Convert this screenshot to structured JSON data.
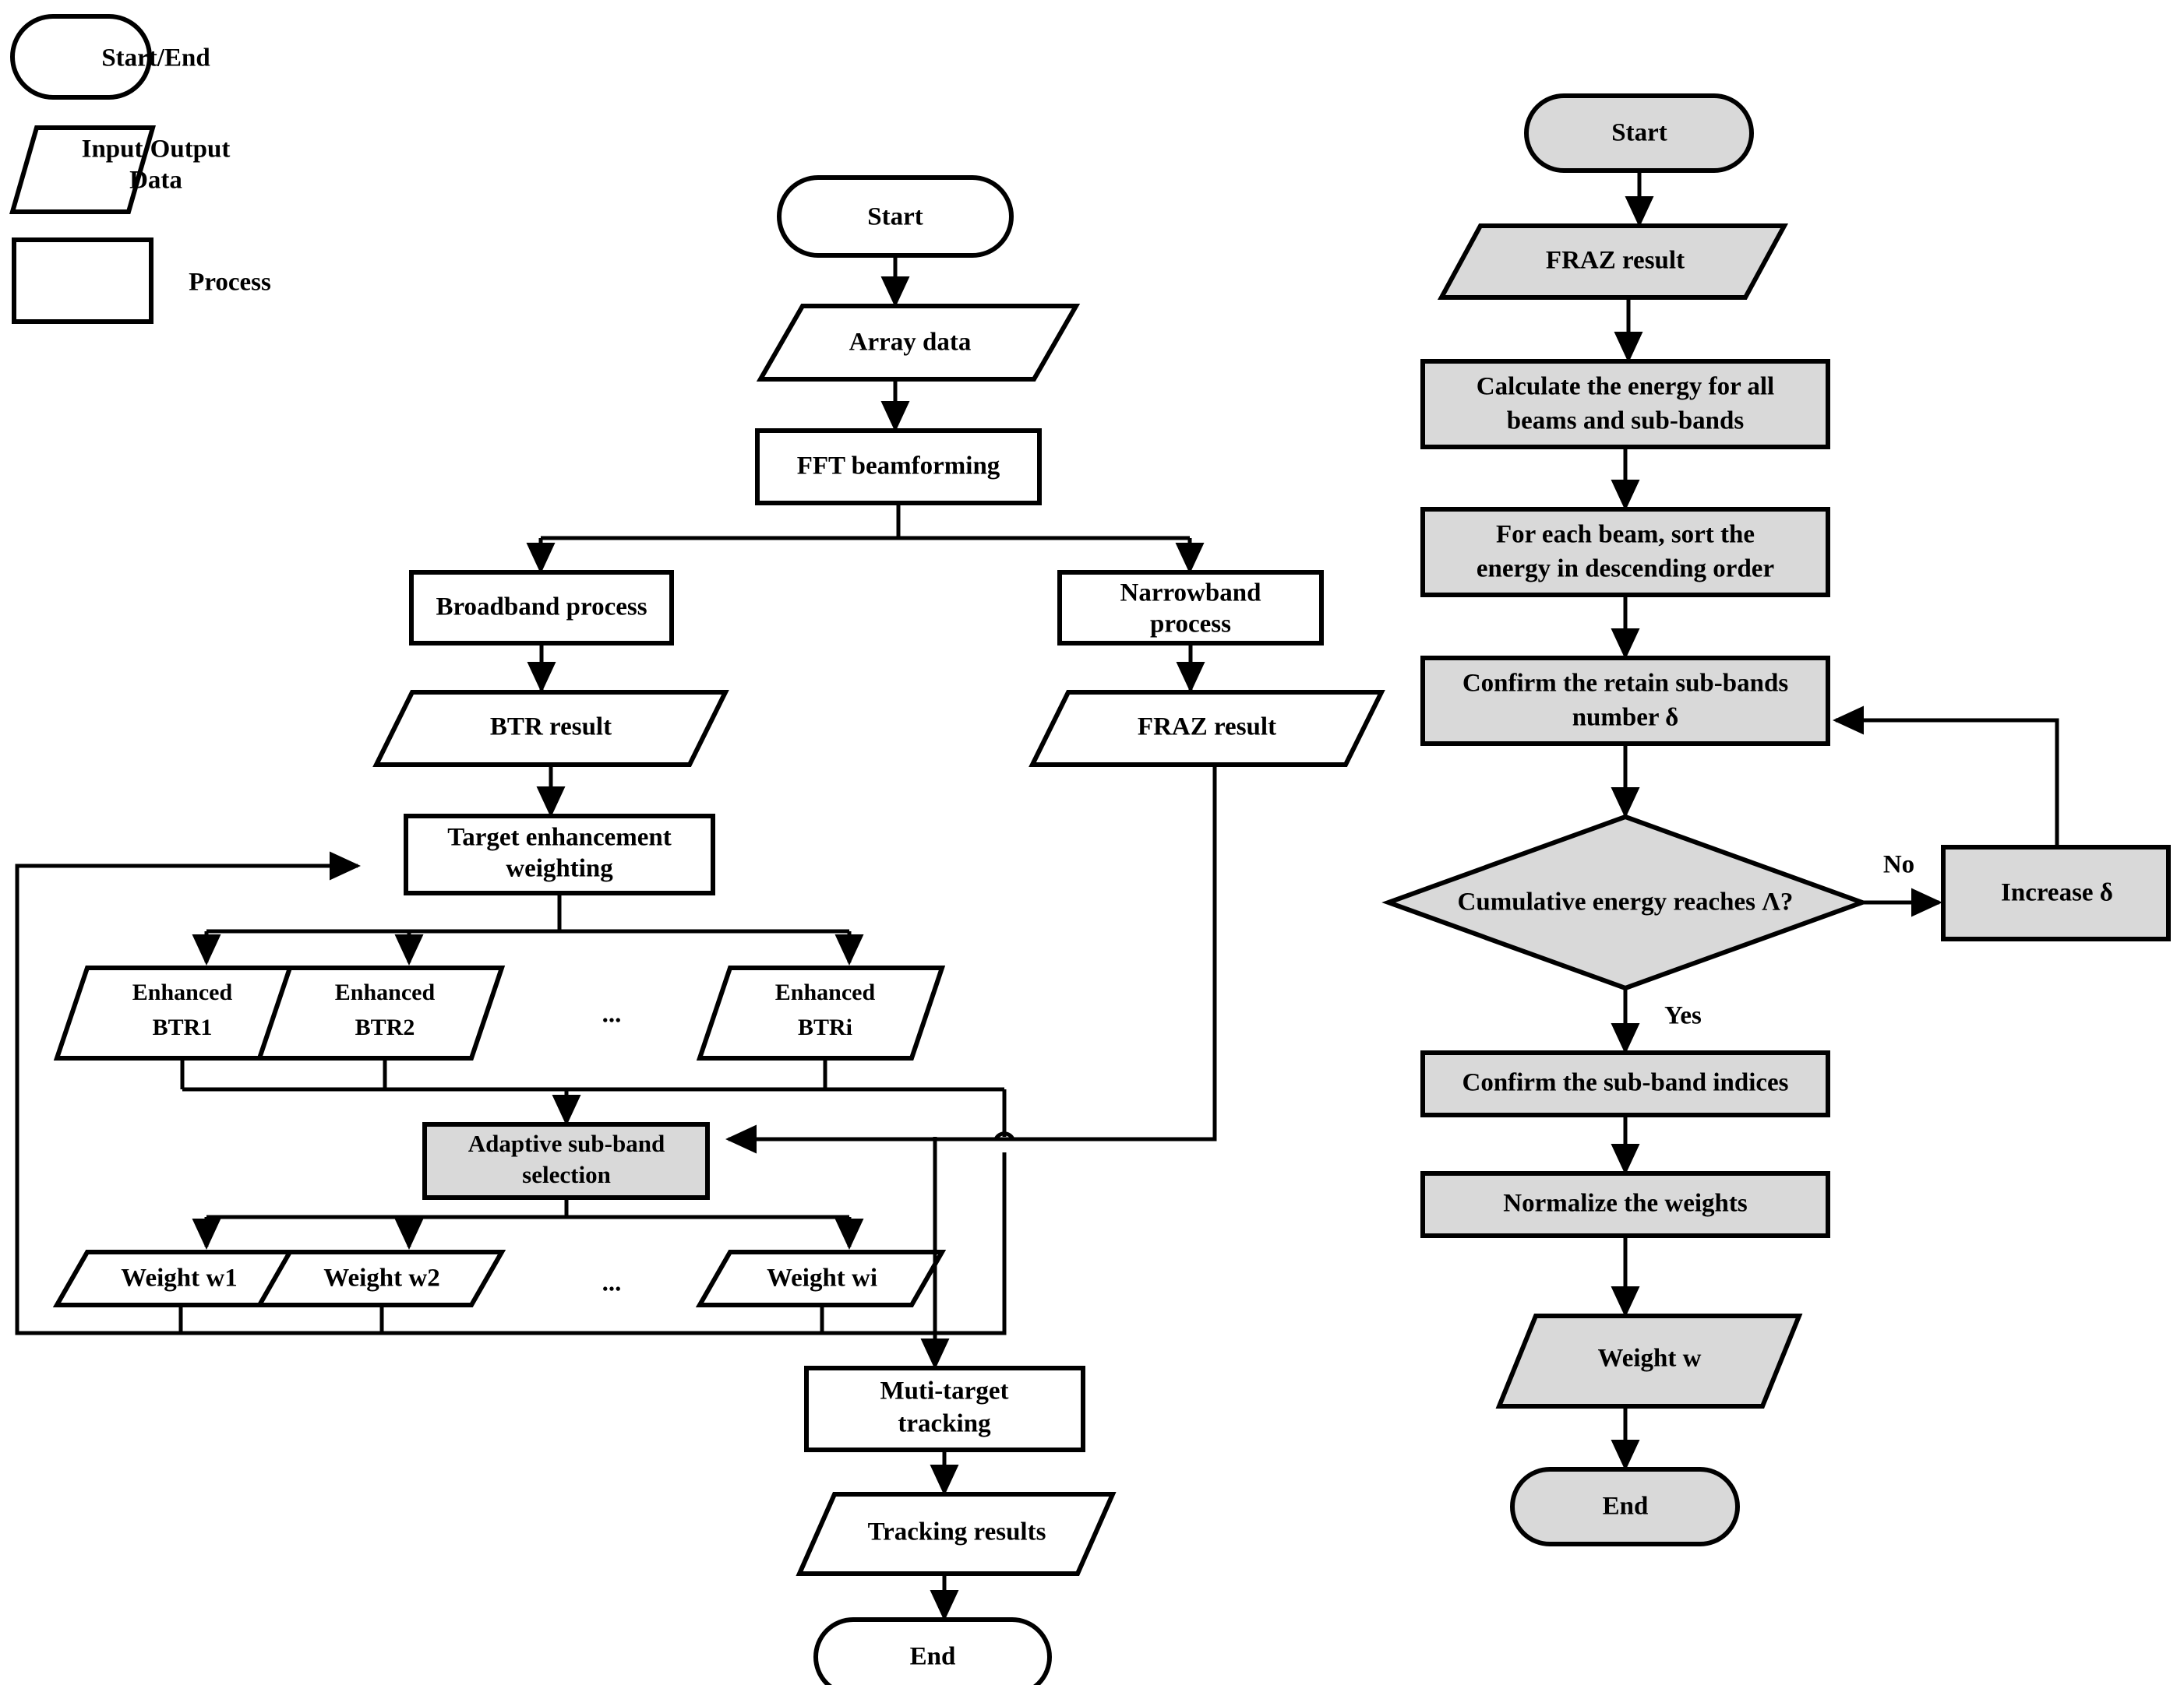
{
  "legend": {
    "items": [
      {
        "shape": "oval",
        "label": "Start/End"
      },
      {
        "shape": "parallelogram",
        "label_line1": "Input/Output",
        "label_line2": "Data"
      },
      {
        "shape": "rectangle",
        "label": "Process"
      }
    ]
  },
  "left_flowchart": {
    "title": "Multi-target tracking processing flow",
    "nodes": [
      {
        "id": "start",
        "type": "terminator",
        "label": "Start",
        "fill": "white"
      },
      {
        "id": "array_data",
        "type": "io",
        "label": "Array data",
        "fill": "white"
      },
      {
        "id": "fft",
        "type": "process",
        "label": "FFT beamforming",
        "fill": "white"
      },
      {
        "id": "broadband",
        "type": "process",
        "label": "Broadband process",
        "fill": "white"
      },
      {
        "id": "narrowband",
        "type": "process",
        "label_line1": "Narrowband",
        "label_line2": "process",
        "fill": "white"
      },
      {
        "id": "btr_result",
        "type": "io",
        "label": "BTR result",
        "fill": "white"
      },
      {
        "id": "fraz_result",
        "type": "io",
        "label": "FRAZ result",
        "fill": "white"
      },
      {
        "id": "target_enh",
        "type": "process",
        "label_line1": "Target  enhancement",
        "label_line2": "weighting",
        "fill": "white"
      },
      {
        "id": "ebtr1",
        "type": "io",
        "label_line1": "Enhanced",
        "label_line2": "BTR1",
        "fill": "white"
      },
      {
        "id": "ebtr2",
        "type": "io",
        "label_line1": "Enhanced",
        "label_line2": "BTR2",
        "fill": "white"
      },
      {
        "id": "ebtr_ellipsis",
        "type": "text",
        "label": "...",
        "fill": "none"
      },
      {
        "id": "ebtri",
        "type": "io",
        "label_line1": "Enhanced",
        "label_line2": "BTRi",
        "fill": "white"
      },
      {
        "id": "adaptive",
        "type": "process",
        "label_line1": "Adaptive sub-band",
        "label_line2": "selection",
        "fill": "gray"
      },
      {
        "id": "w1",
        "type": "io",
        "label": "Weight w1",
        "fill": "white"
      },
      {
        "id": "w2",
        "type": "io",
        "label": "Weight w2",
        "fill": "white"
      },
      {
        "id": "w_ellipsis",
        "type": "text",
        "label": "...",
        "fill": "none"
      },
      {
        "id": "wi",
        "type": "io",
        "label": "Weight wi",
        "fill": "white"
      },
      {
        "id": "multitrack",
        "type": "process",
        "label_line1": "Muti-target",
        "label_line2": "tracking",
        "fill": "white"
      },
      {
        "id": "track_res",
        "type": "io",
        "label": "Tracking results",
        "fill": "white"
      },
      {
        "id": "end",
        "type": "terminator",
        "label": "End",
        "fill": "white"
      }
    ]
  },
  "right_flowchart": {
    "title": "Adaptive sub-band selection detail",
    "nodes": [
      {
        "id": "r_start",
        "type": "terminator",
        "label": "Start",
        "fill": "gray"
      },
      {
        "id": "r_fraz",
        "type": "io",
        "label": "FRAZ result",
        "fill": "gray"
      },
      {
        "id": "r_calc",
        "type": "process",
        "label_line1": "Calculate the energy for all",
        "label_line2": "beams and sub-bands",
        "fill": "gray"
      },
      {
        "id": "r_sort",
        "type": "process",
        "label_line1": "For each beam, sort the",
        "label_line2": "energy in descending order",
        "fill": "gray"
      },
      {
        "id": "r_confirm_n",
        "type": "process",
        "label_line1": "Confirm the retain sub-bands",
        "label_line2": "number δ",
        "fill": "gray"
      },
      {
        "id": "r_decision",
        "type": "decision",
        "label": "Cumulative energy reaches Λ?",
        "fill": "gray"
      },
      {
        "id": "r_increase",
        "type": "process",
        "label": "Increase δ",
        "fill": "gray"
      },
      {
        "id": "r_indices",
        "type": "process",
        "label": "Confirm the sub-band indices",
        "fill": "gray"
      },
      {
        "id": "r_normalize",
        "type": "process",
        "label": "Normalize the weights",
        "fill": "gray"
      },
      {
        "id": "r_weight",
        "type": "io",
        "label": "Weight w",
        "fill": "gray"
      },
      {
        "id": "r_end",
        "type": "terminator",
        "label": "End",
        "fill": "gray"
      }
    ],
    "edge_labels": {
      "no": "No",
      "yes": "Yes"
    }
  },
  "colors": {
    "gray_fill": "#d9d9d9",
    "white_fill": "#ffffff",
    "stroke": "#000000"
  }
}
